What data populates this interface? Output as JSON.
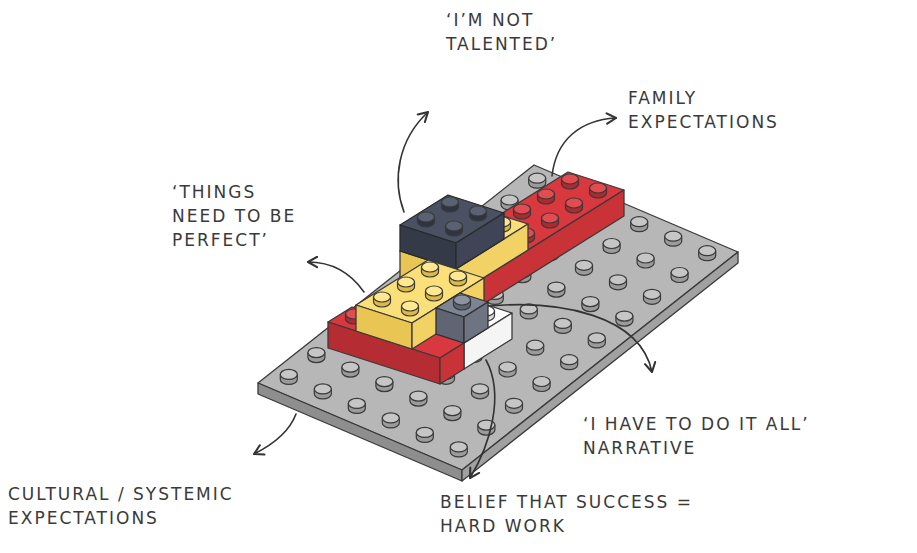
{
  "diagram": {
    "labels": [
      "‘I’M NOT TALENTED’",
      "FAMILY EXPECTATIONS",
      "‘THINGS NEED TO BE PERFECT’",
      "‘I HAVE TO DO IT ALL’ NARRATIVE",
      "CULTURAL / SYSTEMIC EXPECTATIONS",
      "BELIEF THAT SUCCESS = HARD WORK"
    ]
  }
}
